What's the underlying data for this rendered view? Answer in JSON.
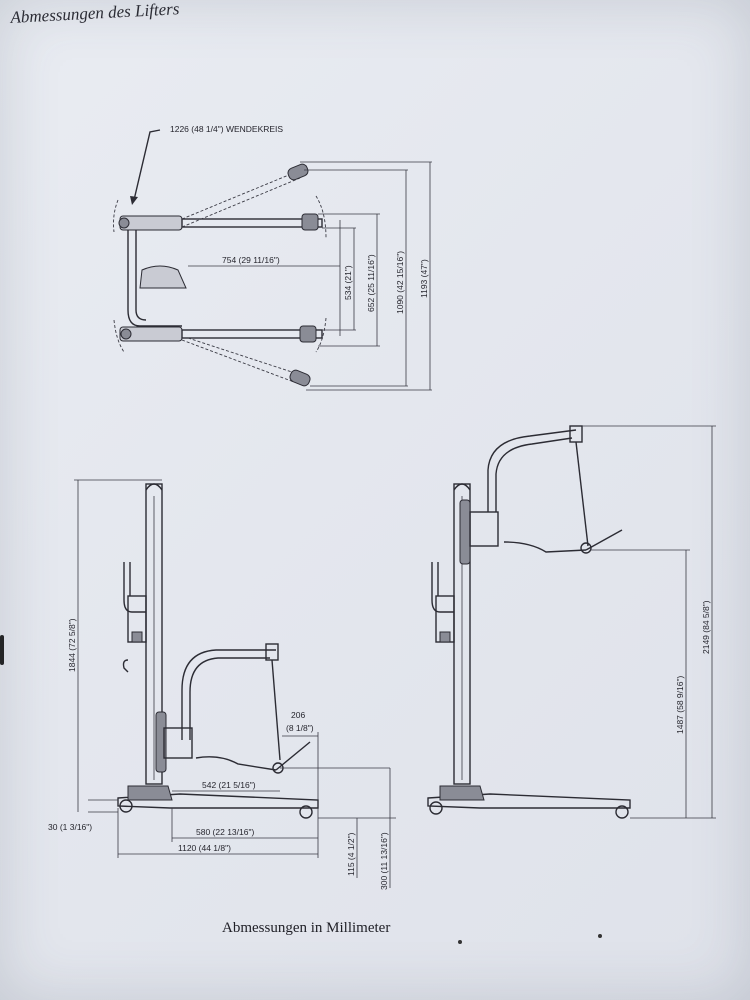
{
  "title": "Abmessungen des Lifters",
  "caption": "Abmessungen in Millimeter",
  "top_view": {
    "turning_circle": "1226 (48 1/4\") WENDEKREIS",
    "dim_754": "754 (29 11/16\")",
    "dim_534": "534 (21\")",
    "dim_652": "652 (25 11/16\")",
    "dim_1090": "1090 (42 15/16\")",
    "dim_1193": "1193 (47\")"
  },
  "side_view_low": {
    "dim_1844": "1844 (72 5/8\")",
    "dim_206": "206",
    "dim_206_in": "(8 1/8\")",
    "dim_542": "542 (21 5/16\")",
    "dim_580": "580 (22 13/16\")",
    "dim_1120": "1120 (44 1/8\")",
    "dim_30": "30 (1 3/16\")",
    "dim_115": "115 (4 1/2\")",
    "dim_300": "300 (11 13/16\")"
  },
  "side_view_high": {
    "dim_2149": "2149 (84 5/8\")",
    "dim_1487": "1487 (58 9/16\")"
  }
}
